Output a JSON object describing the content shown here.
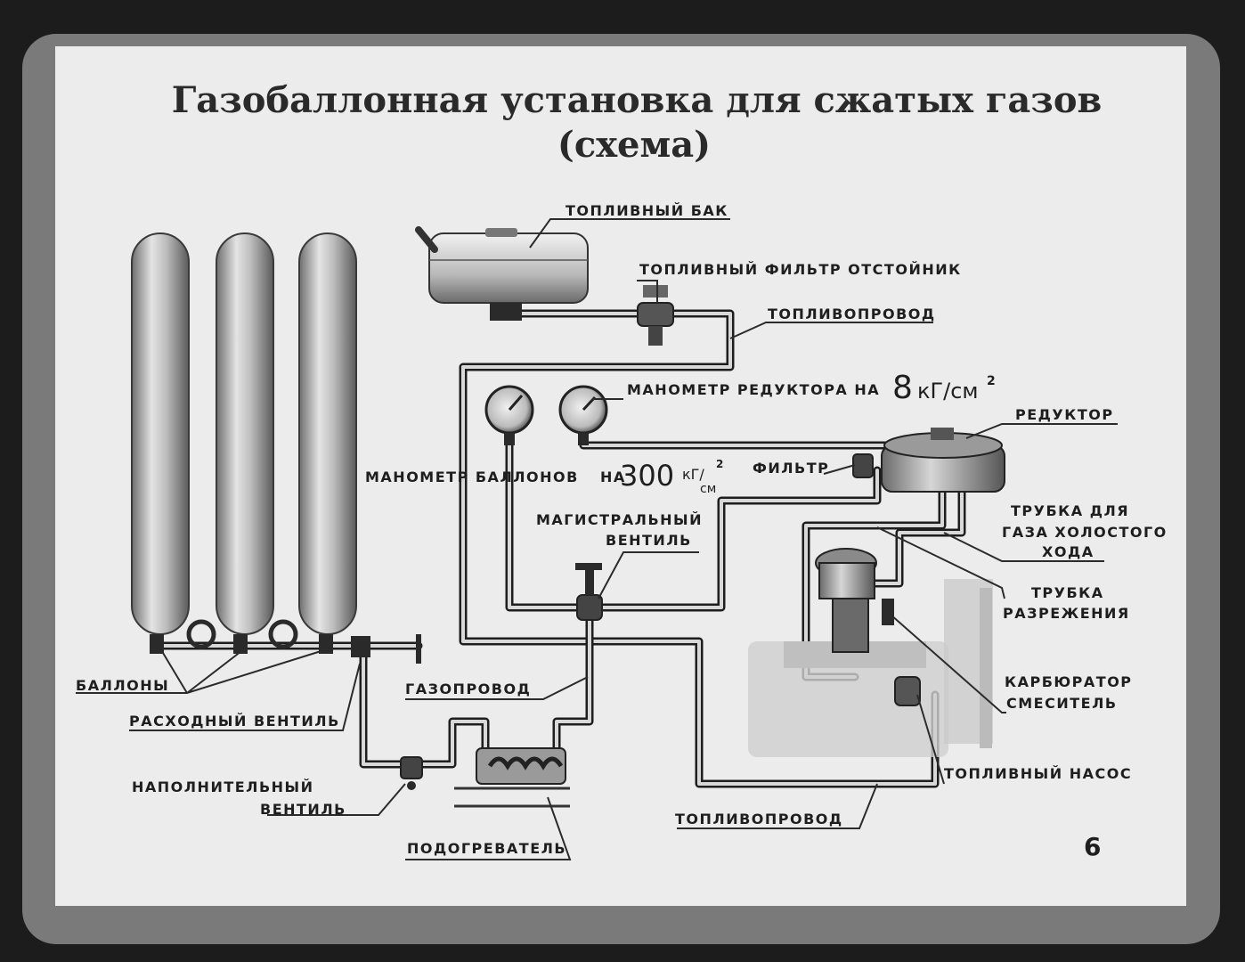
{
  "title": {
    "line1": "Газобаллонная установка для сжатых газов",
    "line2": "(схема)"
  },
  "labels": {
    "fuel_tank": "ТОПЛИВНЫЙ БАК",
    "fuel_filter": "ТОПЛИВНЫЙ ФИЛЬТР ОТСТОЙНИК",
    "fuel_line_top": "ТОПЛИВОПРОВОД",
    "gauge_reducer": {
      "text": "МАНОМЕТР РЕДУКТОРА НА",
      "value": "8",
      "unit": "кГ/см",
      "unit_exp": "2"
    },
    "reducer": "РЕДУКТОР",
    "gauge_cylinders": {
      "text": "МАНОМЕТР БАЛЛОНОВ",
      "na": "НА",
      "value": "300",
      "unit_top": "кГ/",
      "unit_bottom": "см",
      "unit_exp": "2"
    },
    "filter": "ФИЛЬТР",
    "idle_tube": [
      "ТРУБКА ДЛЯ",
      "ГАЗА ХОЛОСТОГО",
      "ХОДА"
    ],
    "main_valve": [
      "МАГИСТРАЛЬНЫЙ",
      "ВЕНТИЛЬ"
    ],
    "vacuum_tube": [
      "ТРУБКА",
      "РАЗРЕЖЕНИЯ"
    ],
    "cylinders": "БАЛЛОНЫ",
    "gas_line": "ГАЗОПРОВОД",
    "carburetor": [
      "КАРБЮРАТОР",
      "СМЕСИТЕЛЬ"
    ],
    "flow_valve": "РАСХОДНЫЙ ВЕНТИЛЬ",
    "fuel_pump": "ТОПЛИВНЫЙ НАСОС",
    "fill_valve": [
      "НАПОЛНИТЕЛЬНЫЙ",
      "ВЕНТИЛЬ"
    ],
    "fuel_line_bottom": "ТОПЛИВОПРОВОД",
    "heater": "ПОДОГРЕВАТЕЛЬ"
  },
  "page_number": "6"
}
